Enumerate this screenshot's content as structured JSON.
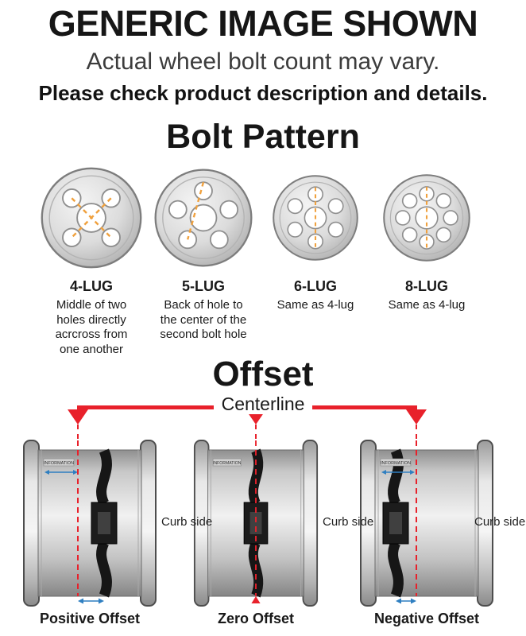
{
  "header": {
    "title": "GENERIC IMAGE SHOWN",
    "subtitle": "Actual wheel bolt count may vary.",
    "note": "Please check product description and details."
  },
  "bolt_pattern": {
    "title": "Bolt Pattern",
    "lugs": [
      {
        "label": "4-LUG",
        "description": "Middle of two holes directly acrcross from one another"
      },
      {
        "label": "5-LUG",
        "description": "Back of hole to the center of the second bolt hole"
      },
      {
        "label": "6-LUG",
        "description": "Same as 4-lug"
      },
      {
        "label": "8-LUG",
        "description": "Same as 4-lug"
      }
    ]
  },
  "offset": {
    "title": "Offset",
    "centerline_label": "Centerline",
    "curb_side_label": "Curb side",
    "rim_text": "INFORMATION",
    "variants": [
      {
        "label": "Positive Offset"
      },
      {
        "label": "Zero Offset"
      },
      {
        "label": "Negative Offset"
      }
    ]
  },
  "colors": {
    "accent_red": "#e8212b",
    "dash_orange": "#f0a13e"
  }
}
